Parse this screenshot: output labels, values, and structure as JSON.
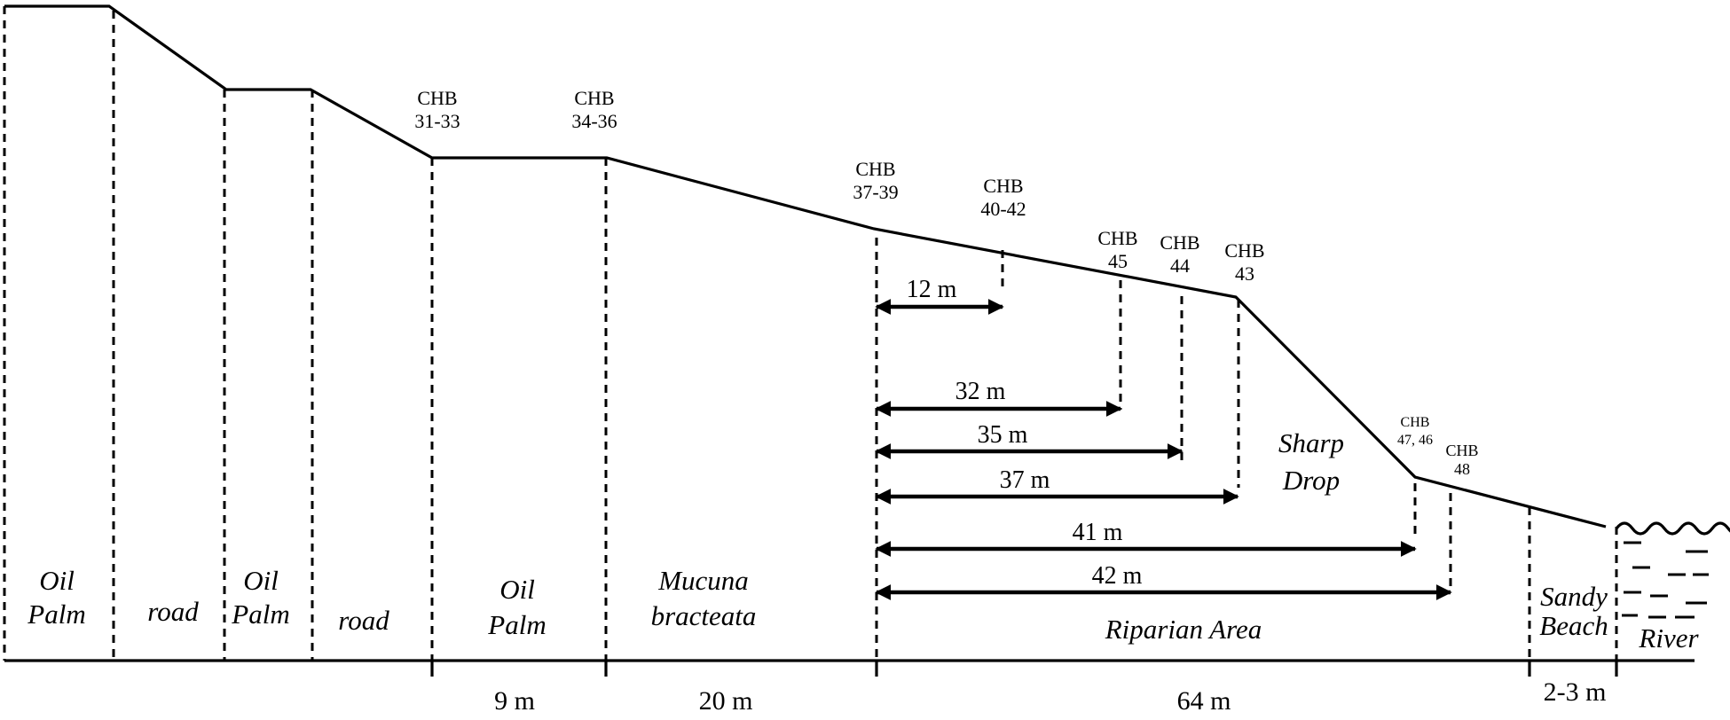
{
  "chb_labels": [
    {
      "line1": "CHB",
      "line2": "31-33"
    },
    {
      "line1": "CHB",
      "line2": "34-36"
    },
    {
      "line1": "CHB",
      "line2": "37-39"
    },
    {
      "line1": "CHB",
      "line2": "40-42"
    },
    {
      "line1": "CHB",
      "line2": "45"
    },
    {
      "line1": "CHB",
      "line2": "44"
    },
    {
      "line1": "CHB",
      "line2": "43"
    },
    {
      "line1": "CHB",
      "line2": "47, 46"
    },
    {
      "line1": "CHB",
      "line2": "48"
    }
  ],
  "zones": [
    {
      "line1": "Oil",
      "line2": "Palm"
    },
    {
      "line1": "road",
      "line2": ""
    },
    {
      "line1": "Oil",
      "line2": "Palm"
    },
    {
      "line1": "road",
      "line2": ""
    },
    {
      "line1": "Oil",
      "line2": "Palm"
    },
    {
      "line1": "Mucuna",
      "line2": "bracteata"
    },
    {
      "line1": "Riparian Area",
      "line2": ""
    },
    {
      "line1": "Sandy",
      "line2": "Beach"
    },
    {
      "line1": "River",
      "line2": ""
    },
    {
      "line1": "Sharp",
      "line2": "Drop"
    }
  ],
  "distances": [
    "12 m",
    "32 m",
    "35 m",
    "37 m",
    "41 m",
    "42 m"
  ],
  "bottom_spans": [
    "9 m",
    "20 m",
    "64 m",
    "2-3 m"
  ]
}
